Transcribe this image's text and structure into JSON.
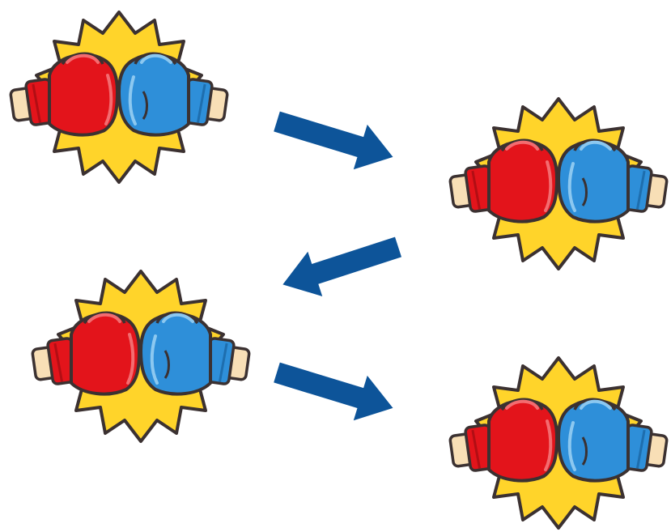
{
  "diagram": {
    "icons": [
      {
        "name": "boxing-clash-icon"
      },
      {
        "name": "boxing-clash-icon"
      },
      {
        "name": "boxing-clash-icon"
      },
      {
        "name": "boxing-clash-icon"
      }
    ],
    "arrows": [
      {
        "direction": "down-right"
      },
      {
        "direction": "down-left"
      },
      {
        "direction": "down-right"
      }
    ]
  },
  "colors": {
    "burst_fill": "#FFD42A",
    "outline": "#3B3131",
    "red_glove": "#E3141B",
    "red_glove_highlight": "#F36C70",
    "blue_glove": "#2E8FD9",
    "blue_glove_highlight": "#8CC8F0",
    "skin": "#F8DFB6",
    "arrow": "#0D5499"
  }
}
